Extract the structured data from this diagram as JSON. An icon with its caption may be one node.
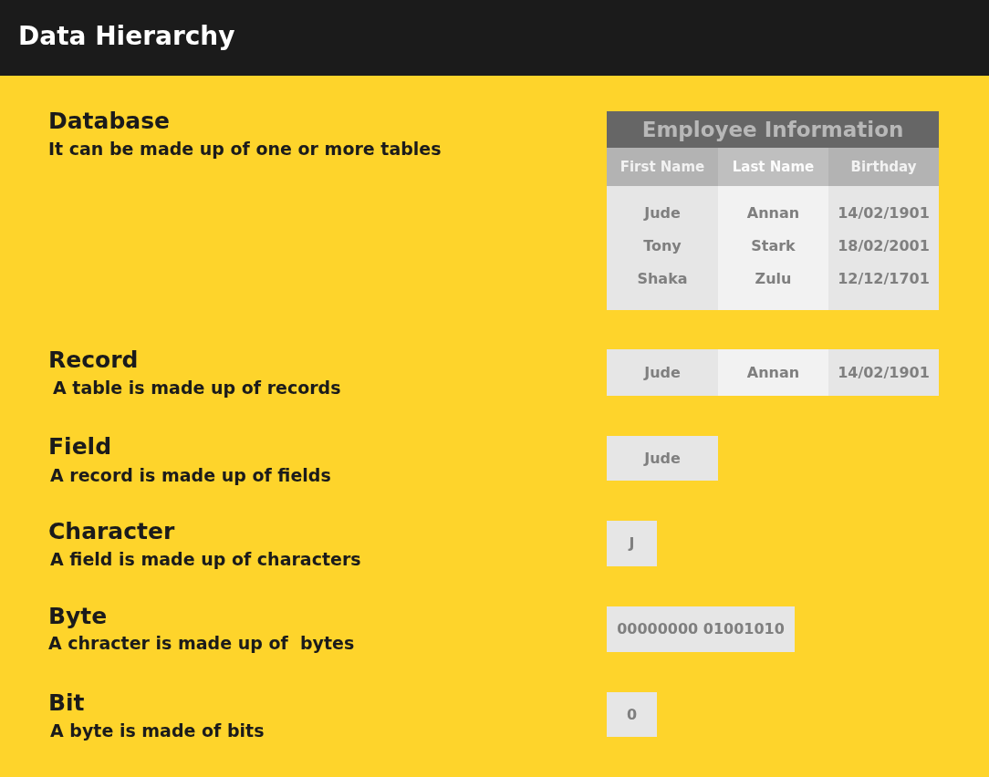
{
  "diagram": {
    "title": "Data Hierarchy",
    "nodes": [
      {
        "text": [],
        "shape": "box"
      },
      {
        "text": [
          "Employee Information"
        ],
        "in": 0
      },
      {
        "text": [
          "First Name"
        ],
        "in": 0
      },
      {
        "text": [
          "Last Name"
        ],
        "in": 0
      },
      {
        "text": [
          "Birthday"
        ],
        "in": 0
      },
      {
        "text": [
          "Jude",
          "Tony",
          "Shaka"
        ],
        "in": 0
      },
      {
        "text": [
          "Annan",
          "Stark",
          "Zulu"
        ],
        "in": 0
      },
      {
        "text": [
          "14/02/1901",
          "18/02/2001",
          "12/12/1701"
        ],
        "in": 0
      },
      {
        "text": [],
        "shape": "box"
      },
      {
        "text": [
          "Jude"
        ],
        "in": 8
      },
      {
        "text": [
          "Annan"
        ],
        "in": 8
      },
      {
        "text": [
          "14/02/1901"
        ],
        "in": 8
      },
      {
        "text": [
          "Jude"
        ]
      },
      {
        "text": [
          "J"
        ]
      },
      {
        "text": [
          "00000000 01001010"
        ]
      },
      {
        "text": [
          "0"
        ]
      }
    ],
    "edges": [],
    "labels": [
      "Database",
      "It can be made up of one or more tables",
      "Record",
      "A table is made up of records",
      "Field",
      "A record is made up of fields",
      "Character",
      "A field is made up of characters",
      "Byte",
      "A chracter is made up of  bytes",
      "Bit",
      "A byte is made of bits"
    ]
  }
}
